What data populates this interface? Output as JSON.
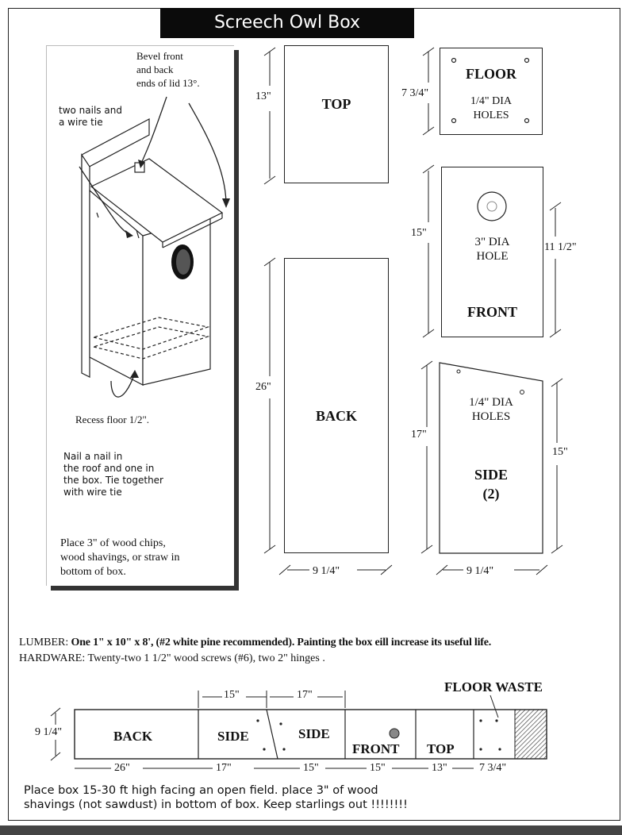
{
  "title": "Screech Owl Box",
  "illustration": {
    "bevel_note": "Bevel front\nand back\nends of lid 13°.",
    "nails_note": "two nails and\na wire tie",
    "recess_note": "Recess floor 1/2\".",
    "nail_instructions": "Nail a nail in\nthe roof and one in\nthe box. Tie together\nwith wire tie",
    "chips_note": "Place 3\" of wood chips,\nwood shavings, or straw in\nbottom of box."
  },
  "panels": {
    "top": {
      "label": "TOP",
      "height_dim": "13\""
    },
    "floor": {
      "label": "FLOOR",
      "note": "1/4\" DIA\nHOLES",
      "height_dim": "7 3/4\""
    },
    "front": {
      "label": "FRONT",
      "note": "3\" DIA\nHOLE",
      "left_dim": "15\"",
      "right_dim": "11 1/2\""
    },
    "back": {
      "label": "BACK",
      "height_dim": "26\"",
      "width_dim": "9 1/4\""
    },
    "side": {
      "label": "SIDE",
      "count": "(2)",
      "note": "1/4\" DIA\nHOLES",
      "left_dim": "17\"",
      "right_dim": "15\"",
      "width_dim": "9 1/4\""
    }
  },
  "materials": {
    "lumber_label": "LUMBER:",
    "lumber_text": " One 1\" x 10\" x 8', (#2 white pine recommended). Painting the box eill increase its useful life.",
    "hardware_label": "HARDWARE:",
    "hardware_text": " Twenty-two 1 1/2\" wood screws (#6), two 2\" hinges ."
  },
  "cut_layout": {
    "floor_waste_label": "FLOOR WASTE",
    "board_width": "9 1/4\"",
    "top_dims": [
      "15\"",
      "17\""
    ],
    "labels": [
      "BACK",
      "SIDE",
      "SIDE",
      "FRONT",
      "TOP"
    ],
    "bottom_dims": [
      "26\"",
      "17\"",
      "15\"",
      "15\"",
      "13\"",
      "7 3/4\""
    ]
  },
  "footer": {
    "line1": "Place box 15-30 ft high facing an open field.  place 3\" of wood",
    "line2": "shavings (not sawdust) in bottom of box.  Keep starlings out !!!!!!!!"
  }
}
